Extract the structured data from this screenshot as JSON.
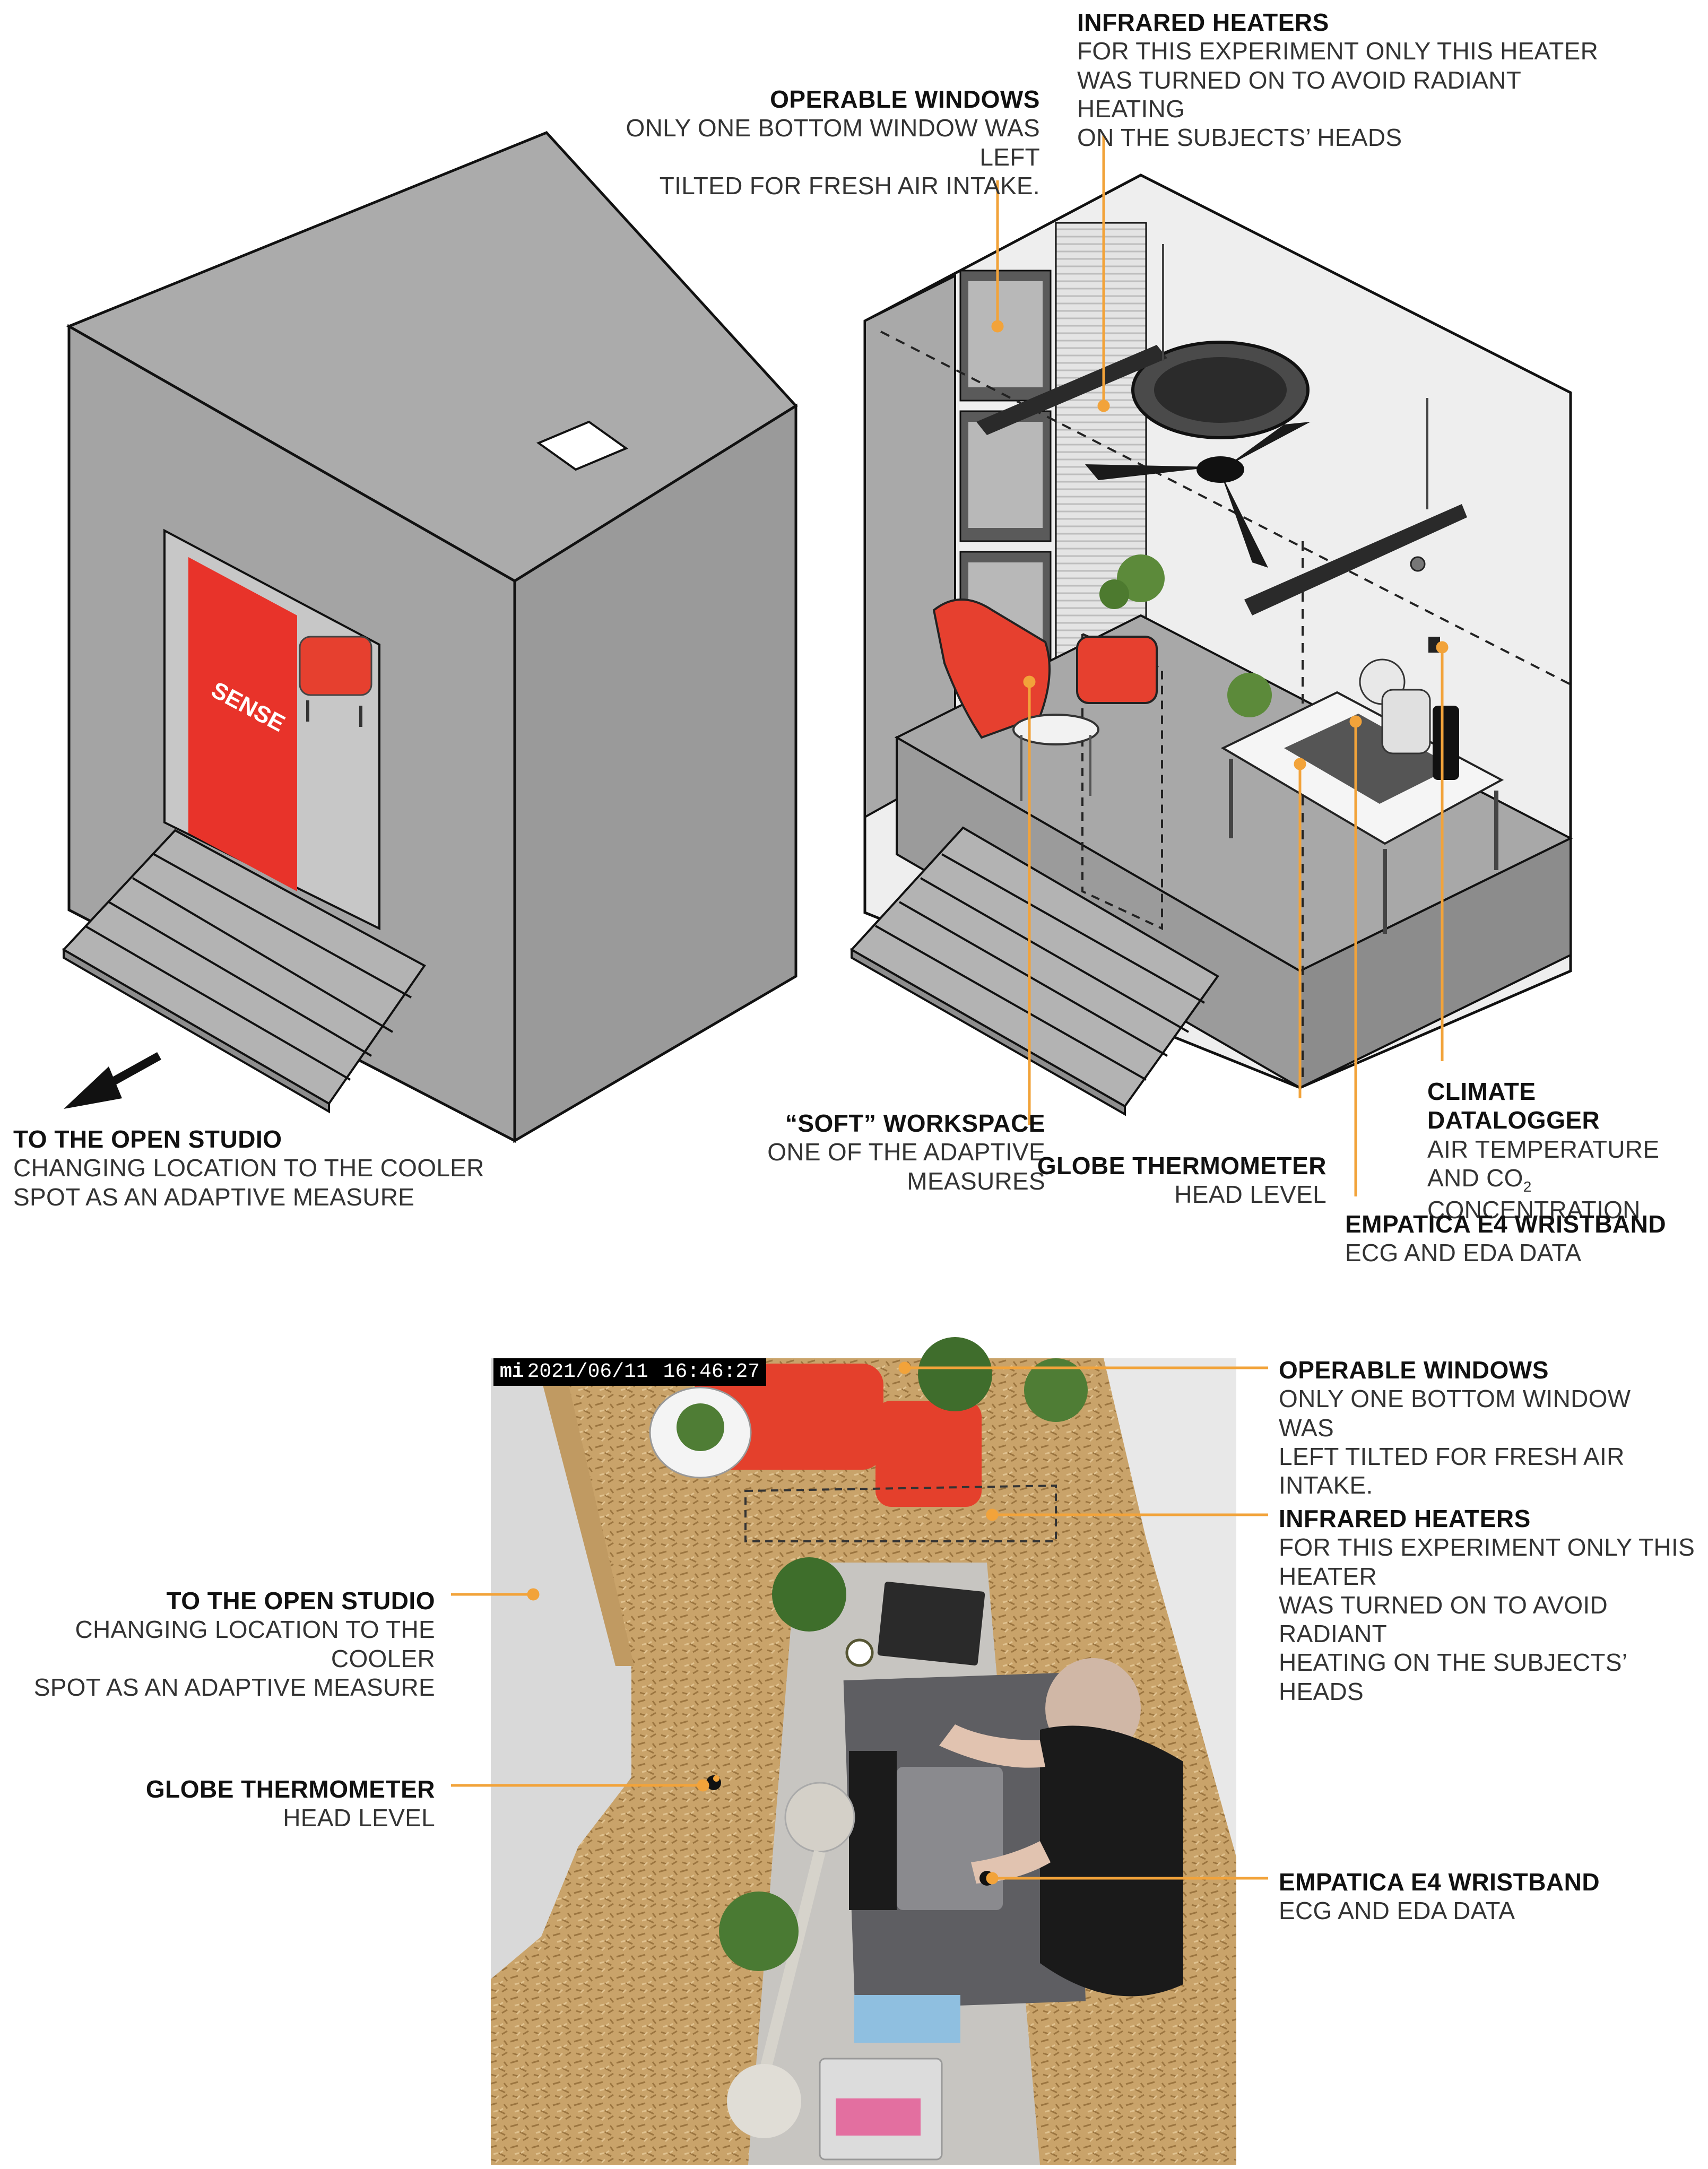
{
  "top": {
    "infrared_heaters": {
      "title": "INFRARED HEATERS",
      "lines": [
        "FOR THIS EXPERIMENT ONLY THIS HEATER",
        "WAS TURNED ON TO AVOID RADIANT HEATING",
        "ON THE SUBJECTS’ HEADS"
      ]
    },
    "operable_windows": {
      "title": "OPERABLE WINDOWS",
      "lines": [
        "ONLY ONE BOTTOM WINDOW WAS LEFT",
        "TILTED FOR FRESH AIR INTAKE."
      ]
    },
    "to_open_studio": {
      "title": "TO THE OPEN STUDIO",
      "lines": [
        "CHANGING LOCATION TO THE COOLER",
        "SPOT AS AN ADAPTIVE MEASURE"
      ]
    },
    "soft_workspace": {
      "title": "“SOFT” WORKSPACE",
      "lines": [
        "ONE OF THE ADAPTIVE",
        "MEASURES"
      ]
    },
    "globe_thermometer": {
      "title": "GLOBE THERMOMETER",
      "lines": [
        "HEAD LEVEL"
      ]
    },
    "climate_datalogger": {
      "title": "CLIMATE DATALOGGER",
      "line1": "AIR TEMPERATURE AND CO",
      "sub": "2",
      "line2": "CONCENTRATION"
    },
    "empatica": {
      "title": "EMPATICA E4 WRISTBAND",
      "lines": [
        "ECG AND EDA DATA"
      ]
    },
    "door_sign": "SENSE"
  },
  "photo": {
    "brand": "mi",
    "date": "2021/06/11",
    "time": "16:46:27"
  },
  "bottom": {
    "operable_windows": {
      "title": "OPERABLE WINDOWS",
      "lines": [
        "ONLY ONE BOTTOM WINDOW WAS",
        "LEFT TILTED FOR FRESH AIR INTAKE."
      ]
    },
    "infrared_heaters": {
      "title": "INFRARED HEATERS",
      "lines": [
        "FOR THIS EXPERIMENT ONLY THIS HEATER",
        "WAS TURNED ON TO AVOID RADIANT",
        "HEATING ON THE SUBJECTS’ HEADS"
      ]
    },
    "to_open_studio": {
      "title": "TO THE OPEN STUDIO",
      "lines": [
        "CHANGING LOCATION TO THE COOLER",
        "SPOT AS AN ADAPTIVE MEASURE"
      ]
    },
    "globe_thermometer": {
      "title": "GLOBE THERMOMETER",
      "lines": [
        "HEAD LEVEL"
      ]
    },
    "empatica": {
      "title": "EMPATICA E4 WRISTBAND",
      "lines": [
        "ECG AND EDA DATA"
      ]
    }
  },
  "colors": {
    "accent_orange": "#f2a33a",
    "wall_gray": "#a9a9a9",
    "floor_gray": "#b9b9b9",
    "red_furniture": "#e83a2c",
    "outline": "#111111"
  }
}
